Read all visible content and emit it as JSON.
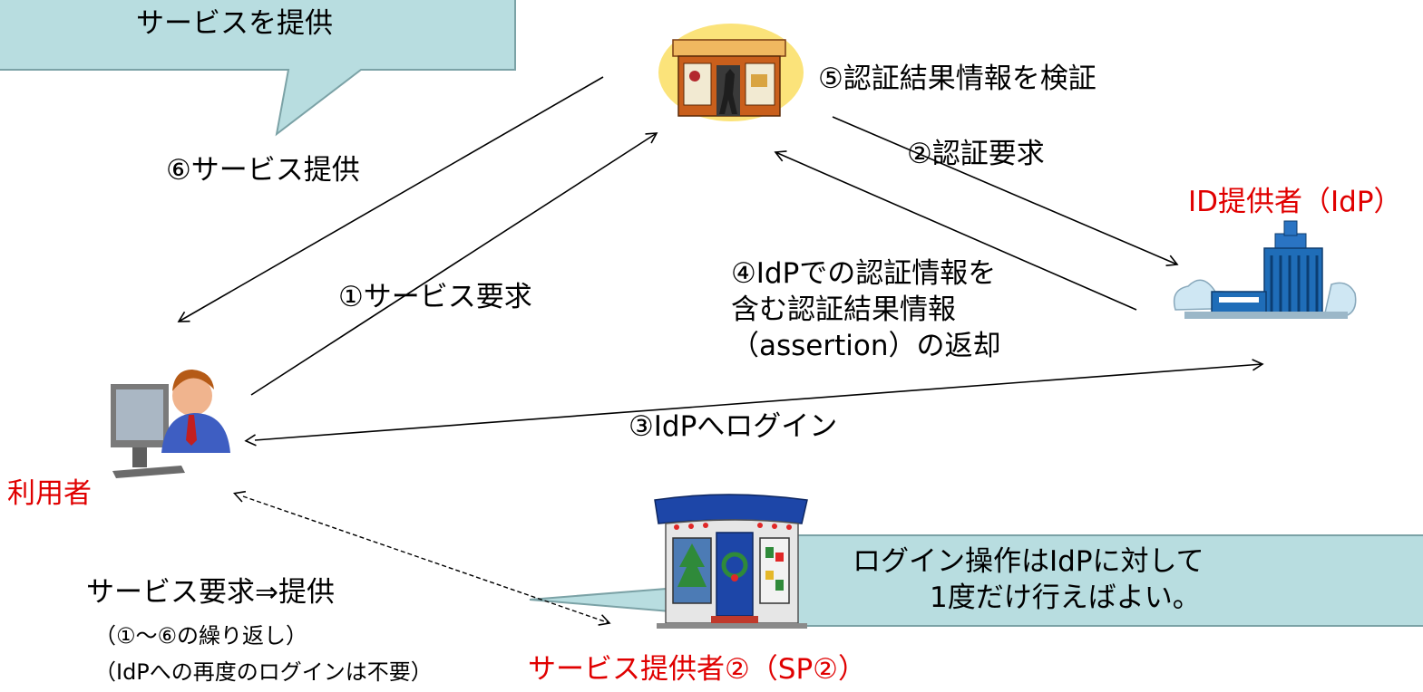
{
  "callouts": {
    "top_left": "サービスを提供",
    "bottom_right_line1": "ログイン操作はIdPに対して",
    "bottom_right_line2": "1度だけ行えばよい。"
  },
  "steps": {
    "step1": "①サービス要求",
    "step2": "②認証要求",
    "step3": "③IdPへログイン",
    "step4_line1": "④IdPでの認証情報を",
    "step4_line2": "含む認証結果情報",
    "step4_line3": "（assertion）の返却",
    "step5": "⑤認証結果情報を検証",
    "step6": "⑥サービス提供"
  },
  "actors": {
    "user": "利用者",
    "idp": "ID提供者（IdP）",
    "sp2": "サービス提供者②（SP②）"
  },
  "repeat_note": {
    "line1": "サービス要求⇒提供",
    "line2": "（①～⑥の繰り返し）",
    "line3": "（IdPへの再度のログインは不要）"
  },
  "colors": {
    "callout_fill": "#b8dde0",
    "callout_stroke": "#7ba2a6",
    "actor_label": "#e00000"
  },
  "icons": [
    "store-icon",
    "user-computer-icon",
    "building-icon",
    "shop-icon"
  ]
}
